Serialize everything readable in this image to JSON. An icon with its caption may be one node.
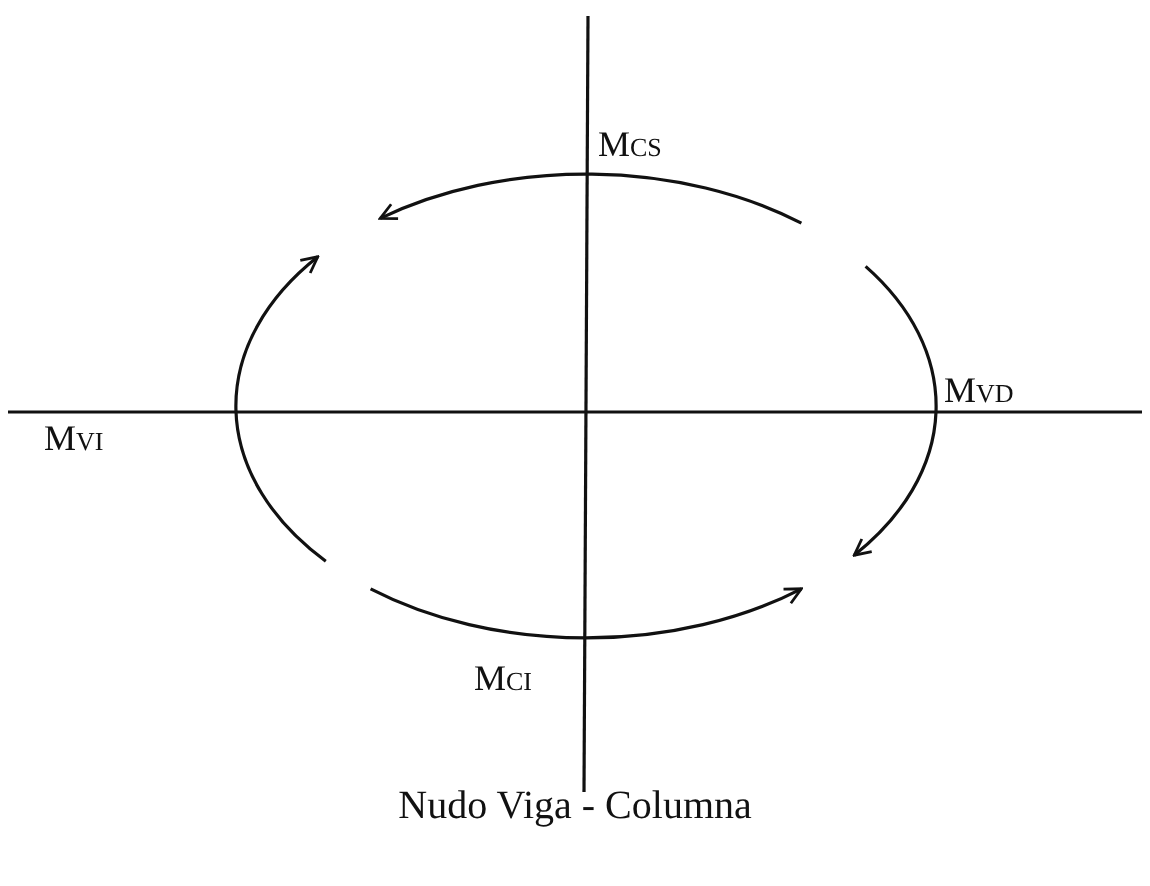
{
  "diagram": {
    "caption": "Nudo Viga - Columna",
    "labels": [
      "Mcs",
      "Mvd",
      "Mvi",
      "Mci"
    ]
  }
}
